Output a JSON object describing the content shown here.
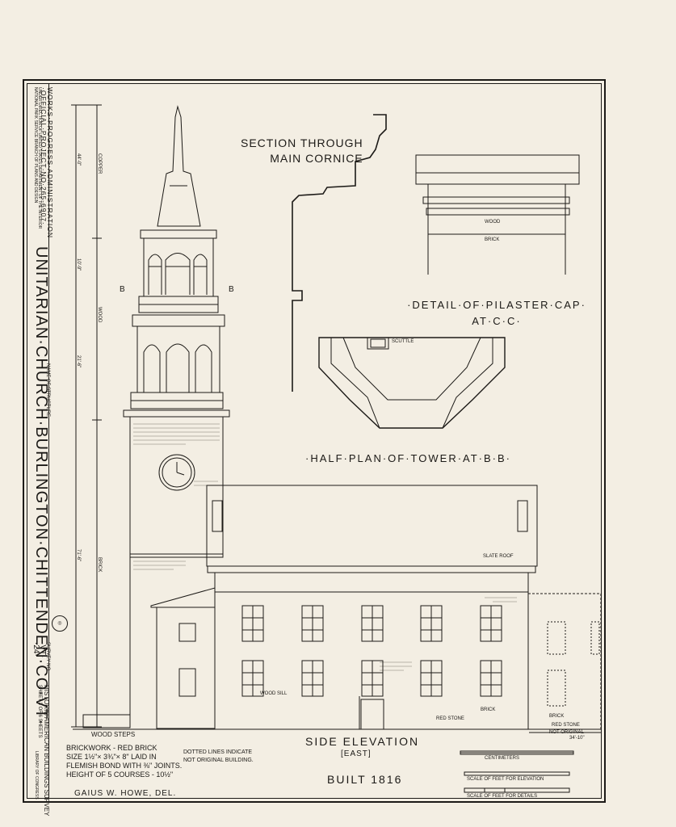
{
  "title_block": {
    "wpa_line1": "WORKS·PROGRESS·ADMINISTRATION",
    "wpa_line2": "·OFFICIAL·PROJECT·NO·265-6907·",
    "wpa_line3": "UNDER DIRECTION OF UNITED STATES DEPARTMENT OF THE INTERIOR",
    "wpa_line4": "NATIONAL PARK SERVICE BRANCH OF PLANS AND DESIGN",
    "name_label": "NAME OF STRUCTURE",
    "structure_name": "UNITARIAN·CHURCH·BURLINGTON·CHITTENDEN·CO·VT·",
    "survey_label": "SURVEY NO.",
    "survey_state": "·VT·",
    "survey_number": "·24·",
    "habs": "HISTORIC AMERICAN BUILDINGS SURVEY",
    "sheet": "SHEET 3 OF 6 SHEETS",
    "library": "LIBRARY OF CONGRESS"
  },
  "labels": {
    "section": "SECTION THROUGH\nMAIN CORNICE",
    "pilaster_line1": "·DETAIL·OF·PILASTER·CAP·",
    "pilaster_line2": "AT·C·C·",
    "half_plan": "·HALF·PLAN·OF·TOWER·AT·B·B·",
    "side_elevation": "SIDE ELEVATION",
    "east": "[EAST]",
    "built": "BUILT 1816",
    "wood_steps": "WOOD STEPS",
    "scuttle": "SCUTTLE",
    "wood": "WOOD",
    "brick": "BRICK",
    "slate_roof": "SLATE ROOF",
    "wood_sill": "WOOD SILL",
    "red_stone": "RED STONE",
    "b_left": "B",
    "b_right": "B",
    "not_original": "NOT ORIGINAL",
    "not_original_dim": "34'-10\""
  },
  "dimensions": {
    "d1": "44'-0\"",
    "d2": "10'-9\"",
    "d3": "21'-6\"",
    "d4": "71'-6\"",
    "copper": "COPPER",
    "wood": "WOOD",
    "brick": "BRICK"
  },
  "notes": {
    "brickwork_line1": "BRICKWORK - RED BRICK",
    "brickwork_line2": "SIZE 1½\"× 3¾\"× 8\" LAID IN",
    "brickwork_line3": "FLEMISH BOND WITH ⅜\" JOINTS.",
    "brickwork_line4": "HEIGHT OF 5 COURSES - 10½\"",
    "dotted_line1": "DOTTED LINES INDICATE",
    "dotted_line2": "NOT ORIGINAL BUILDING."
  },
  "delineator": "GAIUS W. HOWE, DEL.",
  "scales": {
    "centimeters": "CENTIMETERS",
    "elevation": "SCALE OF FEET FOR ELEVATION",
    "details": "SCALE OF FEET FOR DETAILS"
  }
}
